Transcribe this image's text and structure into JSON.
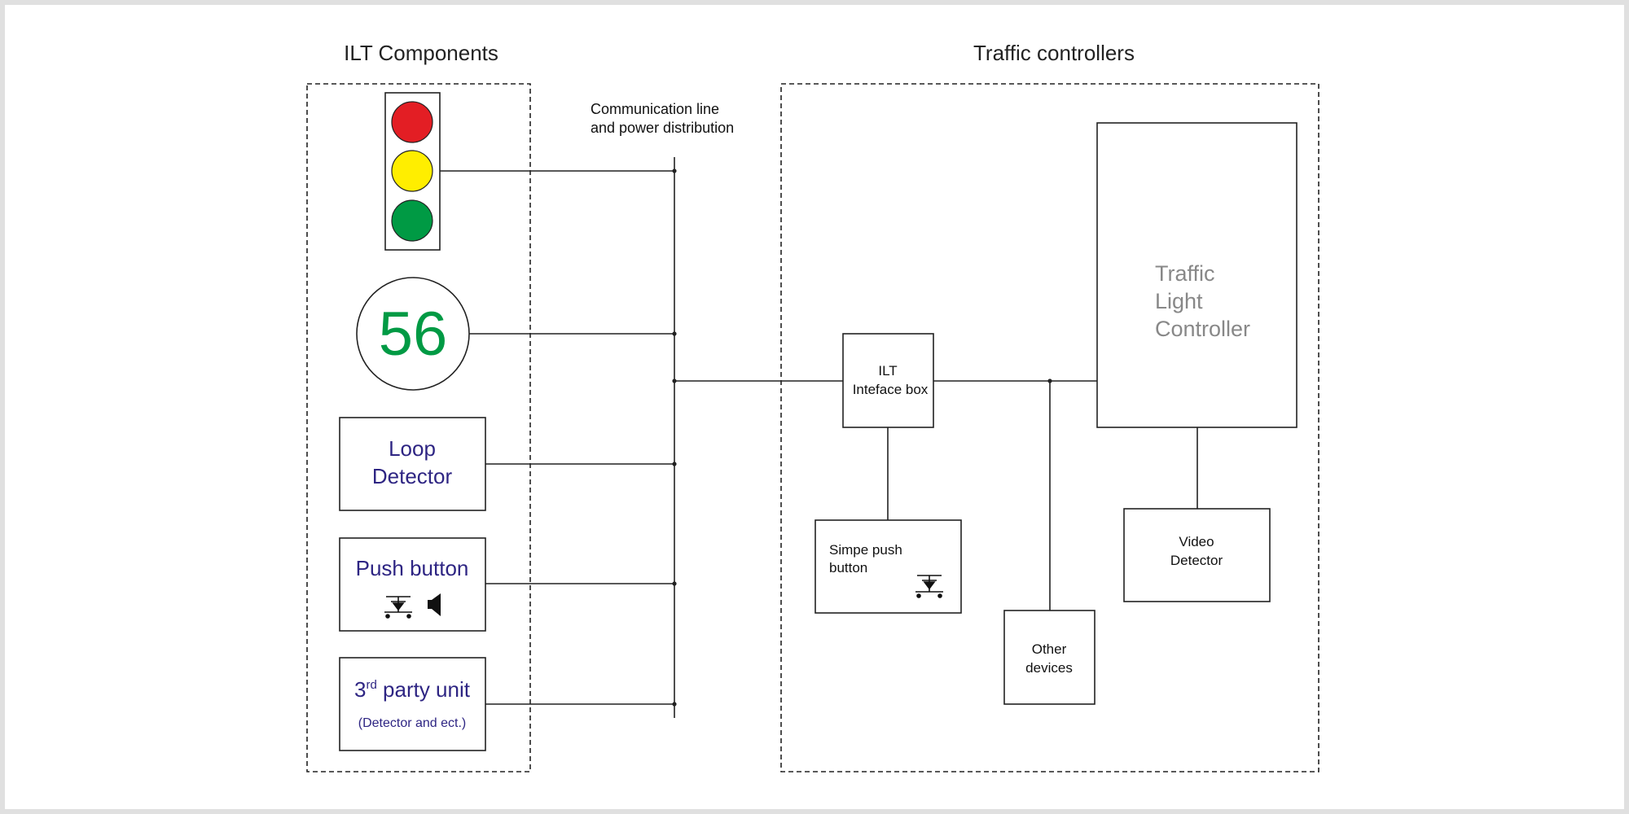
{
  "groups": {
    "ilt_components_title": "ILT Components",
    "traffic_controllers_title": "Traffic controllers"
  },
  "bus": {
    "label_line1": "Communication line",
    "label_line2": "and power distribution"
  },
  "countdown": {
    "value": "56"
  },
  "loop_detector": {
    "line1": "Loop",
    "line2": "Detector"
  },
  "push_button": {
    "label": "Push button"
  },
  "third_party": {
    "prefix": "3",
    "superscript": "rd",
    "suffix": " party unit",
    "sublabel": "(Detector and ect.)"
  },
  "interface_box": {
    "line1": "ILT",
    "line2": "Inteface box"
  },
  "traffic_light_controller": {
    "line1": "Traffic",
    "line2": "Light",
    "line3": "Controller"
  },
  "simple_push_button": {
    "line1": "Simpe push",
    "line2": "button"
  },
  "other_devices": {
    "line1": "Other",
    "line2": "devices"
  },
  "video_detector": {
    "line1": "Video",
    "line2": "Detector"
  },
  "colors": {
    "frame": "#e0e0e0",
    "stroke": "#222222",
    "red_light": "#e31e24",
    "yellow_light": "#ffee00",
    "green_light": "#009a44",
    "countdown_text": "#009a44",
    "ilt_label": "#2e2583",
    "controller_label": "#888888"
  }
}
